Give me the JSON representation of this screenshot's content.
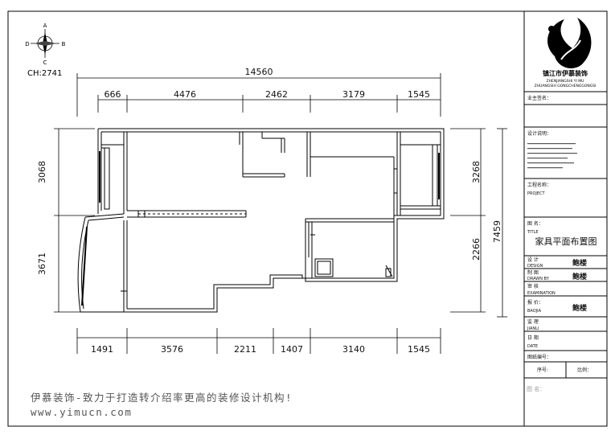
{
  "compass": {
    "n": "A",
    "w": "D",
    "e": "B",
    "s": "C"
  },
  "height_code": "CH:2741",
  "dimensions": {
    "overall_top": "14560",
    "top": [
      "666",
      "4476",
      "2462",
      "3179",
      "1545"
    ],
    "left": [
      "3068",
      "3671"
    ],
    "right": [
      "3268",
      "2266"
    ],
    "overall_right": "7459",
    "bottom": [
      "1491",
      "3576",
      "2211",
      "1407",
      "3140",
      "1545"
    ]
  },
  "title_block": {
    "company_cn": "镇江市伊慕装饰",
    "company_py1": "ZHENJIANGSHI YI MU",
    "company_py2": "ZHUANGSHI GONGCHENGGONGSI",
    "owner_sign": "业主签名：",
    "design_note": "设计说明：",
    "project_cn": "工程名称：",
    "project_en": "PROJECT",
    "title_cn": "图  名：",
    "title_en": "TITLE",
    "title_value": "家具平面布置图",
    "rows": [
      {
        "cn": "设  计",
        "en": "DESIGN",
        "sig": "鲍楼"
      },
      {
        "cn": "制  图",
        "en": "DRAWN BY",
        "sig": "鲍楼"
      },
      {
        "cn": "审  核",
        "en": "EXAMINATION",
        "sig": ""
      },
      {
        "cn": "报  价：",
        "en": "BAOJIA",
        "sig": "鲍楼"
      },
      {
        "cn": "监  理",
        "en": "JIANLI",
        "sig": ""
      },
      {
        "cn": "日  期",
        "en": "DATE",
        "sig": ""
      }
    ],
    "drawing_no": "图纸编号：",
    "seq_no": "序号:",
    "scale": "比例："
  },
  "footer": {
    "slogan": "伊慕装饰-致力于打造转介绍率更高的装修设计机构!",
    "url": "www.yimucn.com",
    "watermark": "图  名："
  }
}
